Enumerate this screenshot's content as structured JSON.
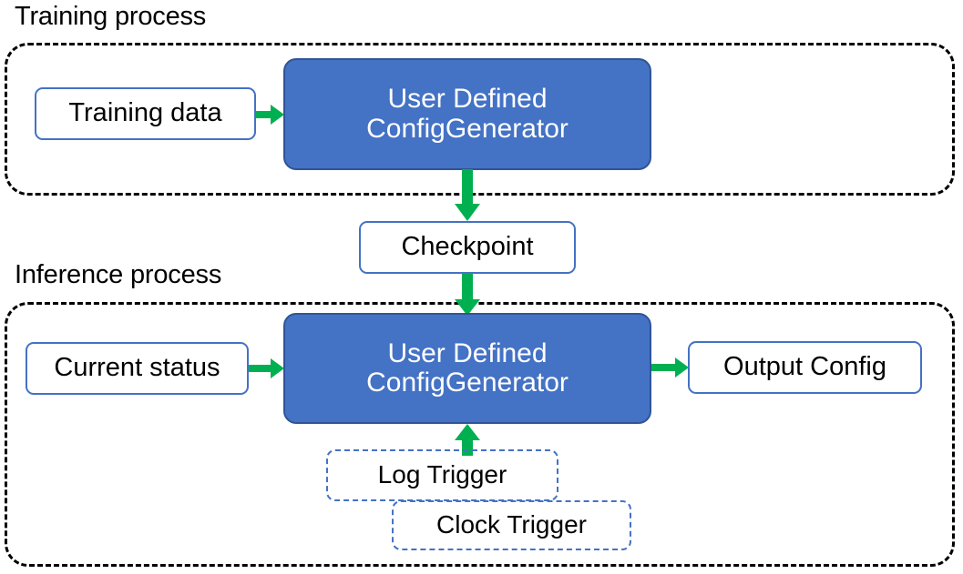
{
  "diagram": {
    "title": "Training process / Inference process flow",
    "background": "#ffffff",
    "colors": {
      "process_fill": "#4472C4",
      "process_border": "#2F5496",
      "box_border": "#4472C4",
      "arrow": "#00B050",
      "container_border": "#000000",
      "text_dark": "#000000",
      "text_light": "#ffffff"
    }
  },
  "sections": {
    "training": {
      "label": "Training process",
      "container_style": "dashed-rounded"
    },
    "inference": {
      "label": "Inference process",
      "container_style": "dashed-rounded"
    }
  },
  "nodes": {
    "training_data": {
      "label": "Training data",
      "style": "plain"
    },
    "train_generator": {
      "label": "User Defined\nConfigGenerator",
      "style": "filled"
    },
    "checkpoint": {
      "label": "Checkpoint",
      "style": "plain"
    },
    "current_status": {
      "label": "Current status",
      "style": "plain"
    },
    "infer_generator": {
      "label": "User Defined\nConfigGenerator",
      "style": "filled"
    },
    "output_config": {
      "label": "Output Config",
      "style": "plain"
    },
    "log_trigger": {
      "label": "Log Trigger",
      "style": "trigger-dashed"
    },
    "clock_trigger": {
      "label": "Clock Trigger",
      "style": "trigger-dashed"
    }
  },
  "arrows": [
    {
      "name": "training-data-to-generator",
      "from": "training_data",
      "to": "train_generator",
      "direction": "right"
    },
    {
      "name": "generator-to-checkpoint",
      "from": "train_generator",
      "to": "checkpoint",
      "direction": "down"
    },
    {
      "name": "checkpoint-to-generator",
      "from": "checkpoint",
      "to": "infer_generator",
      "direction": "down"
    },
    {
      "name": "status-to-generator",
      "from": "current_status",
      "to": "infer_generator",
      "direction": "right"
    },
    {
      "name": "generator-to-output",
      "from": "infer_generator",
      "to": "output_config",
      "direction": "right"
    },
    {
      "name": "triggers-to-generator",
      "from": "log_trigger",
      "to": "infer_generator",
      "direction": "up"
    }
  ]
}
